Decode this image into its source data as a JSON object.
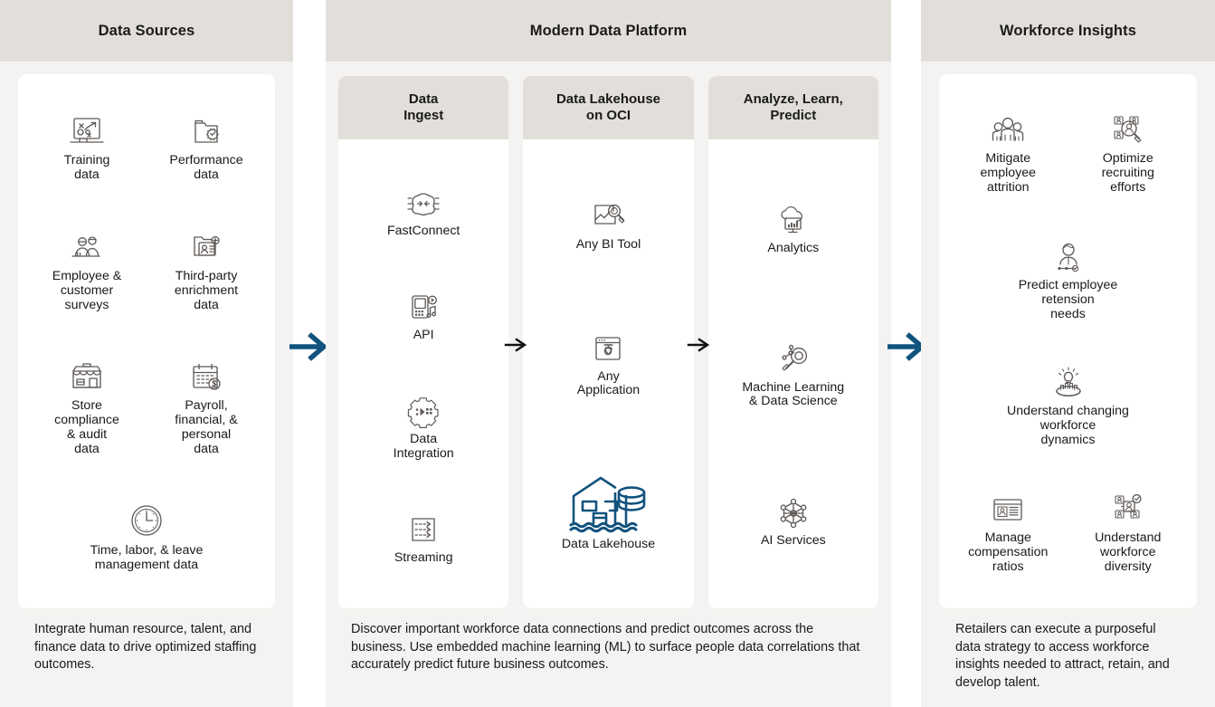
{
  "colors": {
    "panel_header_bg": "#E2DFDB",
    "panel_bg": "#F4F3F1",
    "card_bg": "#FFFFFF",
    "page_bg": "#FFFFFF",
    "arrow_blue": "#12537E",
    "icon_gray": "#5F5A57",
    "text": "#1A1A1A"
  },
  "panels": [
    {
      "id": "data-sources",
      "title": "Data Sources",
      "rows": [
        [
          {
            "icon": "training-data-icon",
            "label": "Training\ndata"
          },
          {
            "icon": "performance-data-icon",
            "label": "Performance\ndata"
          }
        ],
        [
          {
            "icon": "employee-customer-surveys-icon",
            "label": "Employee &\ncustomer\nsurveys"
          },
          {
            "icon": "third-party-enrichment-icon",
            "label": "Third-party\nenrichment\ndata"
          }
        ],
        [
          {
            "icon": "store-compliance-icon",
            "label": "Store\ncompliance\n& audit\ndata"
          },
          {
            "icon": "payroll-financial-icon",
            "label": "Payroll,\nfinancial, &\npersonal\ndata"
          }
        ],
        [
          {
            "icon": "clock-icon",
            "label": "Time, labor, & leave\nmanagement data"
          }
        ]
      ],
      "caption": "Integrate human resource, talent, and finance data to drive optimized staffing outcomes."
    },
    {
      "id": "modern-data-platform",
      "title": "Modern Data Platform",
      "subcolumns": [
        {
          "id": "data-ingest",
          "title": "Data\nIngest",
          "items": [
            {
              "icon": "fastconnect-icon",
              "label": "FastConnect"
            },
            {
              "icon": "api-icon",
              "label": "API"
            },
            {
              "icon": "data-integration-icon",
              "label": "Data\nIntegration"
            },
            {
              "icon": "streaming-icon",
              "label": "Streaming"
            }
          ]
        },
        {
          "id": "data-lakehouse-on-oci",
          "title": "Data Lakehouse\non OCI",
          "items": [
            {
              "icon": "any-bi-tool-icon",
              "label": "Any BI Tool"
            },
            {
              "icon": "any-application-icon",
              "label": "Any\nApplication"
            },
            {
              "icon": "data-lakehouse-icon",
              "label": "Data Lakehouse",
              "accent": true
            }
          ]
        },
        {
          "id": "analyze-learn-predict",
          "title": "Analyze, Learn,\nPredict",
          "items": [
            {
              "icon": "analytics-icon",
              "label": "Analytics"
            },
            {
              "icon": "machine-learning-icon",
              "label": "Machine Learning\n& Data Science"
            },
            {
              "icon": "ai-services-icon",
              "label": "AI Services"
            }
          ]
        }
      ],
      "caption": "Discover important workforce data connections and predict outcomes across the business. Use embedded machine learning (ML) to surface people data correlations that accurately predict future business outcomes."
    },
    {
      "id": "workforce-insights",
      "title": "Workforce Insights",
      "rows": [
        [
          {
            "icon": "mitigate-attrition-icon",
            "label": "Mitigate\nemployee\nattrition"
          },
          {
            "icon": "optimize-recruiting-icon",
            "label": "Optimize\nrecruiting\nefforts"
          }
        ],
        [
          {
            "icon": "predict-retention-icon",
            "label": "Predict employee\nretension\nneeds"
          }
        ],
        [
          {
            "icon": "workforce-dynamics-icon",
            "label": "Understand changing\nworkforce\ndynamics"
          }
        ],
        [
          {
            "icon": "compensation-ratios-icon",
            "label": "Manage\ncompensation\nratios"
          },
          {
            "icon": "workforce-diversity-icon",
            "label": "Understand\nworkforce\ndiversity"
          }
        ]
      ],
      "caption": "Retailers can execute a purposeful data strategy to access workforce insights needed to attract, retain, and develop talent."
    }
  ],
  "arrows": {
    "sources_to_platform": "arrow-right",
    "platform_to_insights": "arrow-right",
    "ingest_to_lakehouse": "arrow-right-small",
    "lakehouse_to_analyze": "arrow-right-small"
  }
}
